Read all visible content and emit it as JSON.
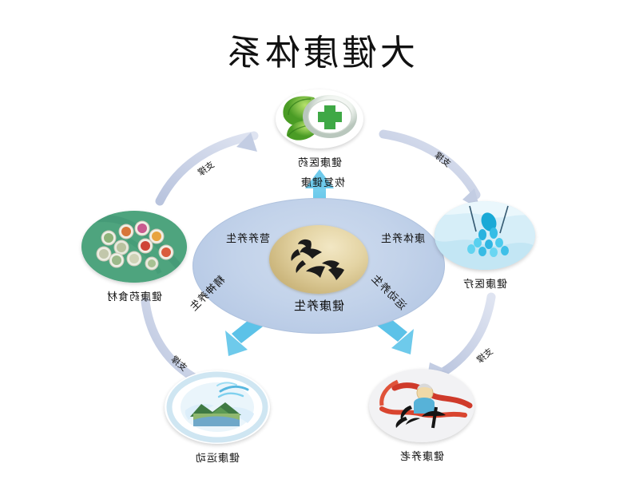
{
  "page": {
    "title": "大健康体系",
    "background_color": "#ffffff"
  },
  "center": {
    "core_label": "健康养生",
    "core_calligraphy": "养生",
    "ellipse_color": "#c3d3ea",
    "core_color": "#ddc98f"
  },
  "inner_arrows": {
    "color": "#5cc2e8",
    "labels": {
      "left": "康体养生",
      "right": "营养养生",
      "top": "恢复健康",
      "bottom_left": "运动养生",
      "bottom_right": "精神养生"
    }
  },
  "nodes": [
    {
      "id": "health-medicine",
      "label": "健康医药",
      "icon": "green-cross-leaf-icon",
      "position": "top",
      "accent": "#3ea845"
    },
    {
      "id": "health-medical",
      "label": "健康医疗",
      "icon": "medical-capsules-icon",
      "position": "left",
      "accent": "#79c3e2"
    },
    {
      "id": "health-food",
      "label": "健康药食材",
      "icon": "herbal-food-dishes-icon",
      "position": "right",
      "accent": "#3f9a73"
    },
    {
      "id": "health-elderly",
      "label": "健康养老",
      "icon": "elderly-care-ribbon-icon",
      "position": "bottom-left",
      "accent": "#cf3a2a"
    },
    {
      "id": "health-sports",
      "label": "健康运动",
      "icon": "landscape-hands-icon",
      "position": "bottom-right",
      "accent": "#6fb7d8"
    }
  ],
  "outer_arrows": {
    "color": "#c6cfe4",
    "labels": {
      "top_left": "支撑",
      "top_right": "支撑",
      "bottom_left": "支撑",
      "bottom_right": "支撑"
    }
  }
}
